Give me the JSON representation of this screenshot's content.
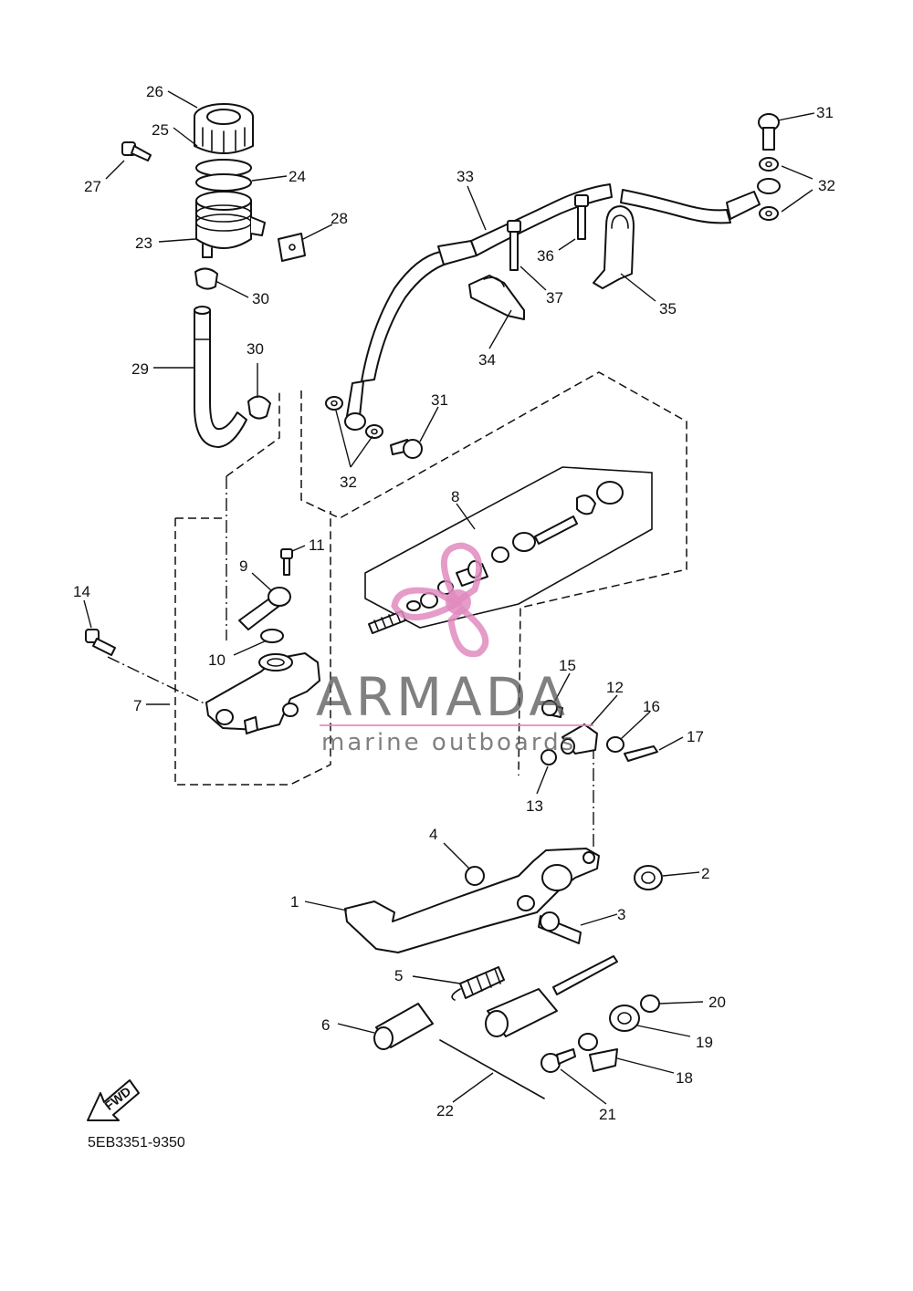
{
  "diagram_code": "5EB3351-9350",
  "fwd_label": "FWD",
  "watermark": {
    "brand": "ARMADA",
    "tagline": "marine outboards",
    "color": "#e08bc0"
  },
  "callouts": [
    {
      "id": "1",
      "label": "1"
    },
    {
      "id": "2",
      "label": "2"
    },
    {
      "id": "3",
      "label": "3"
    },
    {
      "id": "4",
      "label": "4"
    },
    {
      "id": "5",
      "label": "5"
    },
    {
      "id": "6",
      "label": "6"
    },
    {
      "id": "7",
      "label": "7"
    },
    {
      "id": "8",
      "label": "8"
    },
    {
      "id": "9",
      "label": "9"
    },
    {
      "id": "10",
      "label": "10"
    },
    {
      "id": "11",
      "label": "11"
    },
    {
      "id": "12",
      "label": "12"
    },
    {
      "id": "13",
      "label": "13"
    },
    {
      "id": "14",
      "label": "14"
    },
    {
      "id": "15",
      "label": "15"
    },
    {
      "id": "16",
      "label": "16"
    },
    {
      "id": "17",
      "label": "17"
    },
    {
      "id": "18",
      "label": "18"
    },
    {
      "id": "19",
      "label": "19"
    },
    {
      "id": "20",
      "label": "20"
    },
    {
      "id": "21",
      "label": "21"
    },
    {
      "id": "22",
      "label": "22"
    },
    {
      "id": "23",
      "label": "23"
    },
    {
      "id": "24",
      "label": "24"
    },
    {
      "id": "25",
      "label": "25"
    },
    {
      "id": "26",
      "label": "26"
    },
    {
      "id": "27",
      "label": "27"
    },
    {
      "id": "28",
      "label": "28"
    },
    {
      "id": "29",
      "label": "29"
    },
    {
      "id": "30a",
      "label": "30"
    },
    {
      "id": "30b",
      "label": "30"
    },
    {
      "id": "31a",
      "label": "31"
    },
    {
      "id": "31b",
      "label": "31"
    },
    {
      "id": "32a",
      "label": "32"
    },
    {
      "id": "32b",
      "label": "32"
    },
    {
      "id": "33",
      "label": "33"
    },
    {
      "id": "34",
      "label": "34"
    },
    {
      "id": "35",
      "label": "35"
    },
    {
      "id": "36",
      "label": "36"
    },
    {
      "id": "37",
      "label": "37"
    }
  ]
}
